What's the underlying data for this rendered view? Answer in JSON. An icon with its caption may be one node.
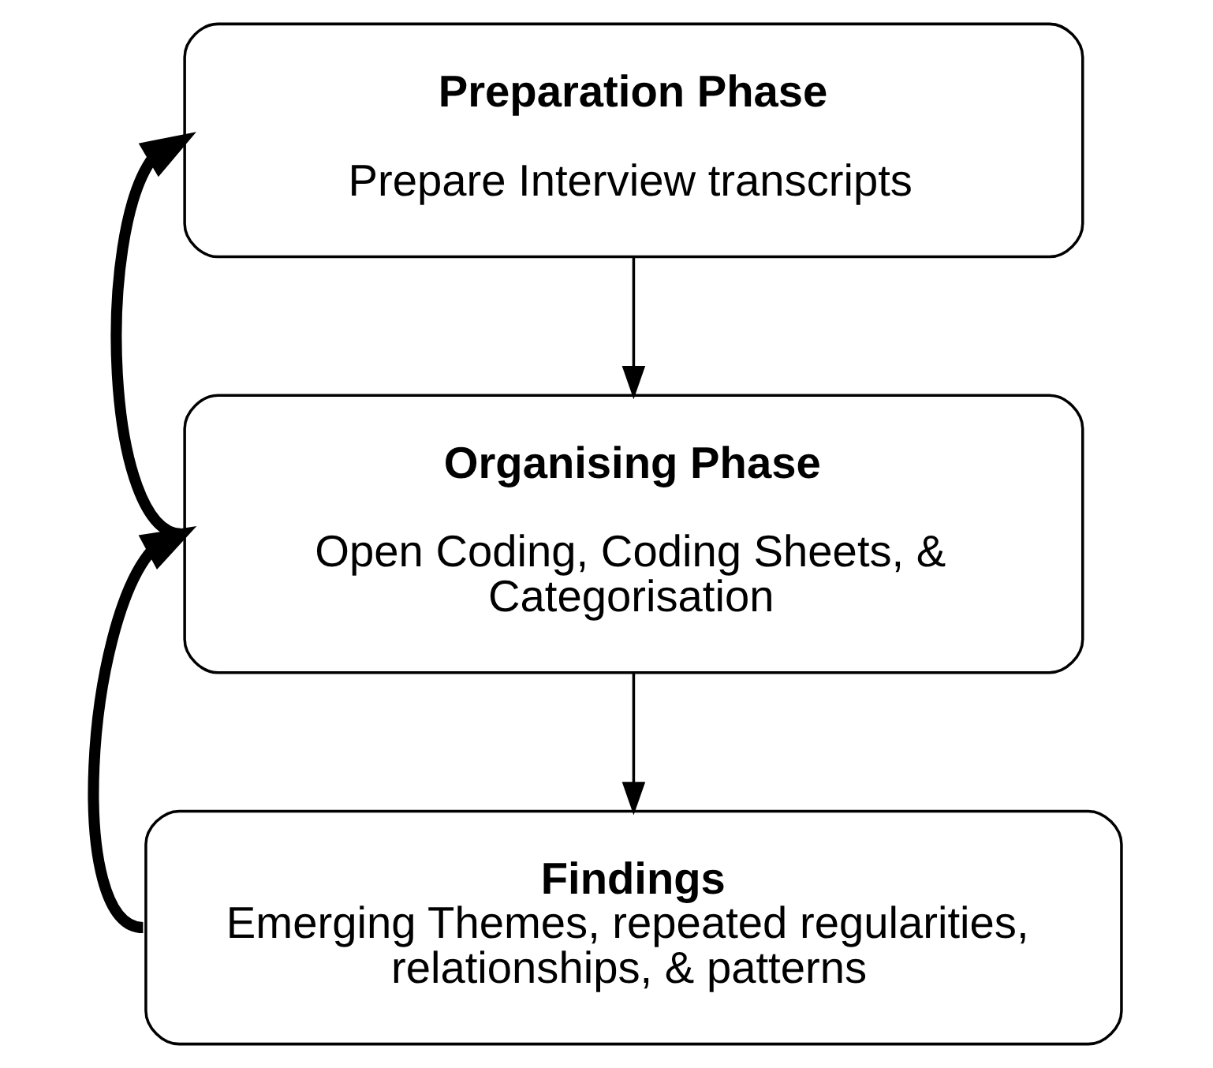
{
  "diagram": {
    "nodes": [
      {
        "text": [
          "Preparation Phase",
          "Prepare Interview transcripts"
        ]
      },
      {
        "text": [
          "Organising Phase",
          "Open Coding, Coding Sheets, & Categorisation"
        ]
      },
      {
        "text": [
          "Findings",
          "Emerging Themes, repeated regularities, relationships, & patterns"
        ]
      }
    ],
    "edges": [
      {
        "from": 0,
        "to": 1,
        "arrow": "to"
      },
      {
        "from": 1,
        "to": 2,
        "arrow": "to"
      },
      {
        "from": 1,
        "to": 0,
        "arrow": "to",
        "style": "thick"
      },
      {
        "from": 2,
        "to": 1,
        "arrow": "to",
        "style": "thick"
      }
    ]
  }
}
